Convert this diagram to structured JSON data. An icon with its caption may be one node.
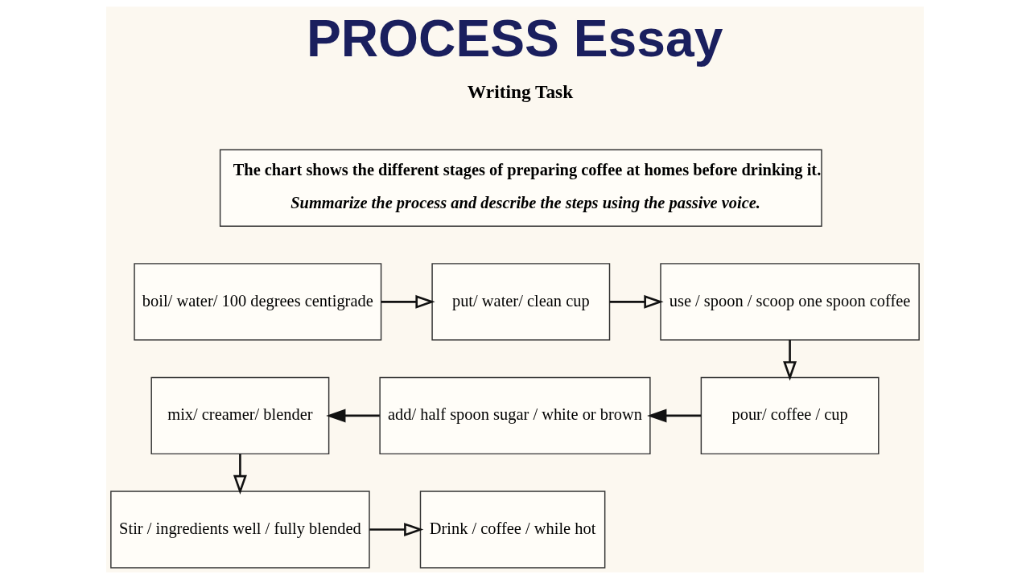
{
  "diagram": {
    "title": "PROCESS Essay",
    "nodes": [
      {
        "text": [
          "The chart shows the different stages of preparing coffee at homes before drinking it.",
          "Summarize the process and describe the steps using the passive voice."
        ]
      },
      {
        "text": [
          "boil/ water/ 100 degrees centigrade"
        ]
      },
      {
        "text": [
          "put/ water/ clean cup"
        ]
      },
      {
        "text": [
          "use / spoon / scoop one spoon coffee"
        ]
      },
      {
        "text": [
          "mix/ creamer/ blender"
        ]
      },
      {
        "text": [
          "add/ half spoon sugar / white or brown"
        ]
      },
      {
        "text": [
          "pour/ coffee / cup"
        ]
      },
      {
        "text": [
          "Stir / ingredients well / fully blended"
        ]
      },
      {
        "text": [
          "Drink / coffee / while hot"
        ]
      }
    ],
    "edges": [
      {
        "from": 1,
        "to": 2,
        "arrow": "to"
      },
      {
        "from": 2,
        "to": 3,
        "arrow": "to"
      },
      {
        "from": 3,
        "to": 6,
        "arrow": "to"
      },
      {
        "from": 6,
        "to": 5,
        "arrow": "to"
      },
      {
        "from": 5,
        "to": 4,
        "arrow": "to"
      },
      {
        "from": 4,
        "to": 7,
        "arrow": "to"
      },
      {
        "from": 7,
        "to": 8,
        "arrow": "to"
      }
    ],
    "labels": [
      "Writing Task"
    ]
  }
}
